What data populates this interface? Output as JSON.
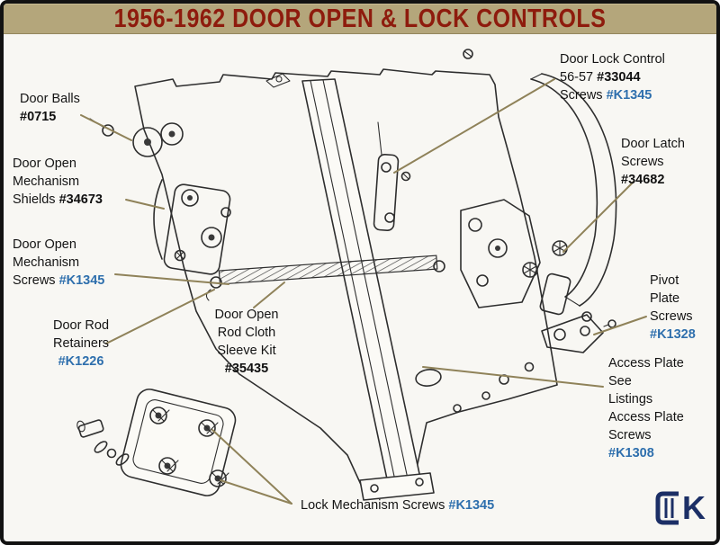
{
  "title": "1956-1962 DOOR OPEN & LOCK CONTROLS",
  "colors": {
    "title_bg": "#b4a67b",
    "title_text": "#8e1b0d",
    "part_number_blue": "#2e6fad",
    "part_number_black": "#101010",
    "label_text": "#141414",
    "leader_line": "#8f8259",
    "drawing_stroke": "#2e2e2e"
  },
  "callouts": {
    "door_balls": {
      "lines": [
        {
          "text": "Door Balls"
        },
        {
          "num": "#0715",
          "style": "black"
        }
      ]
    },
    "door_open_mechanism_shields": {
      "lines": [
        {
          "text": "Door Open"
        },
        {
          "text": "Mechanism"
        },
        {
          "text": "Shields ",
          "num": "#34673",
          "style": "black"
        }
      ]
    },
    "door_open_mechanism_screws": {
      "lines": [
        {
          "text": "Door Open"
        },
        {
          "text": "Mechanism"
        },
        {
          "text": "Screws ",
          "num": "#K1345",
          "style": "blue"
        }
      ]
    },
    "door_rod_retainers": {
      "lines": [
        {
          "text": "Door Rod"
        },
        {
          "text": "Retainers"
        },
        {
          "num": "#K1226",
          "style": "blue"
        }
      ]
    },
    "door_open_rod_cloth_sleeve_kit": {
      "lines": [
        {
          "text": "Door Open"
        },
        {
          "text": "Rod Cloth"
        },
        {
          "text": "Sleeve Kit"
        },
        {
          "num": "#35435",
          "style": "black"
        }
      ]
    },
    "door_lock_control": {
      "lines": [
        {
          "text": "Door Lock Control"
        },
        {
          "text": "56-57 ",
          "num": "#33044",
          "style": "black"
        },
        {
          "text": "Screws ",
          "num": "#K1345",
          "style": "blue"
        }
      ]
    },
    "door_latch_screws": {
      "lines": [
        {
          "text": "Door Latch"
        },
        {
          "text": "Screws"
        },
        {
          "num": "#34682",
          "style": "black"
        }
      ]
    },
    "pivot_plate_screws": {
      "lines": [
        {
          "text": "Pivot"
        },
        {
          "text": "Plate"
        },
        {
          "text": "Screws"
        },
        {
          "num": "#K1328",
          "style": "blue"
        }
      ]
    },
    "access_plate": {
      "lines": [
        {
          "text": "Access Plate"
        },
        {
          "text": "See"
        },
        {
          "text": "Listings"
        },
        {
          "text": "Access Plate"
        },
        {
          "text": "Screws"
        },
        {
          "num": "#K1308",
          "style": "blue"
        }
      ]
    },
    "lock_mechanism_screws": {
      "lines": [
        {
          "text": "Lock Mechanism Screws ",
          "num": "#K1345",
          "style": "blue"
        }
      ]
    }
  },
  "logo": {
    "text": "K"
  }
}
